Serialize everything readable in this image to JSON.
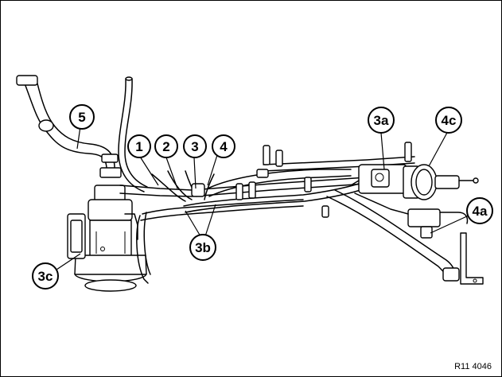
{
  "diagram": {
    "reference_code": "R11 4046",
    "callouts": [
      {
        "id": "c5",
        "label": "5"
      },
      {
        "id": "c1",
        "label": "1"
      },
      {
        "id": "c2",
        "label": "2"
      },
      {
        "id": "c3",
        "label": "3"
      },
      {
        "id": "c4",
        "label": "4"
      },
      {
        "id": "c3a",
        "label": "3a"
      },
      {
        "id": "c4c",
        "label": "4c"
      },
      {
        "id": "c4a",
        "label": "4a"
      },
      {
        "id": "c3b",
        "label": "3b"
      },
      {
        "id": "c3c",
        "label": "3c"
      }
    ]
  }
}
